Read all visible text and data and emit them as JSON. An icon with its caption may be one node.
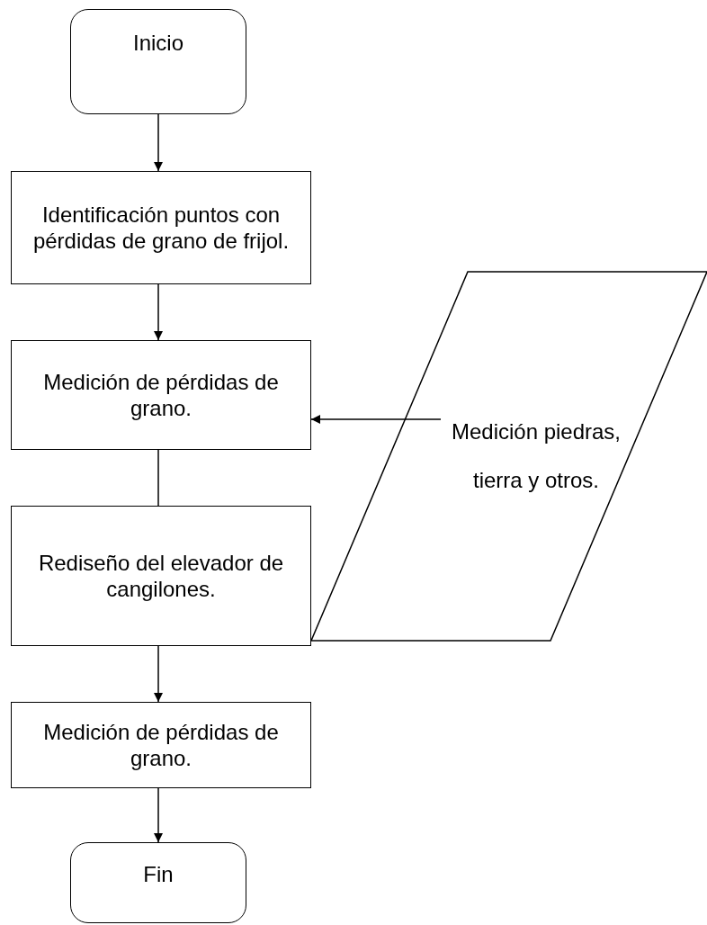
{
  "diagram": {
    "nodes": [
      {
        "text": [
          "Inicio"
        ]
      },
      {
        "text": [
          "Identificación puntos con pérdidas de grano de frijol."
        ]
      },
      {
        "text": [
          "Medición de pérdidas de grano."
        ]
      },
      {
        "text": [
          "Rediseño del elevador de cangilones."
        ]
      },
      {
        "text": [
          "Medición de pérdidas de grano."
        ]
      },
      {
        "text": [
          "Fin"
        ]
      },
      {
        "text": [
          "Medición piedras, tierra y otros."
        ]
      }
    ],
    "edges": [
      {
        "from": 0,
        "to": 1,
        "arrow": "to"
      },
      {
        "from": 1,
        "to": 2,
        "arrow": "to"
      },
      {
        "from": 2,
        "to": 3,
        "arrow": "none"
      },
      {
        "from": 3,
        "to": 4,
        "arrow": "to"
      },
      {
        "from": 4,
        "to": 5,
        "arrow": "to"
      },
      {
        "from": 6,
        "to": 2,
        "arrow": "to"
      }
    ]
  }
}
